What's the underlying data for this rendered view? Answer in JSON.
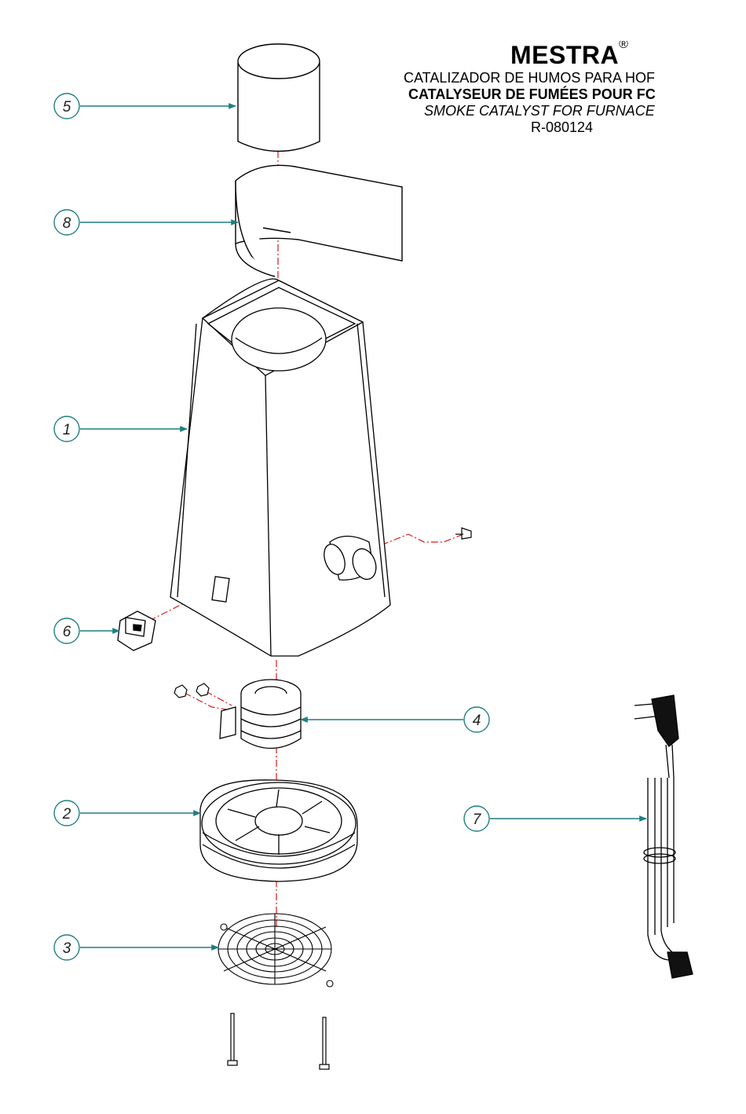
{
  "header": {
    "brand": "MESTRA",
    "registered_mark": "®",
    "title_es": "CATALIZADOR DE HUMOS PARA HOF",
    "title_fr": "CATALYSEUR DE FUMÉES POUR FC",
    "title_en": "SMOKE CATALYST FOR FURNACE",
    "reference": "R-080124"
  },
  "callouts": [
    {
      "number": "5",
      "part": "cap"
    },
    {
      "number": "8",
      "part": "sleeve"
    },
    {
      "number": "1",
      "part": "body"
    },
    {
      "number": "6",
      "part": "switch"
    },
    {
      "number": "4",
      "part": "heating-coil"
    },
    {
      "number": "2",
      "part": "fan"
    },
    {
      "number": "3",
      "part": "fan-grill"
    },
    {
      "number": "7",
      "part": "power-cord"
    }
  ],
  "colors": {
    "leader": "#1f7f80",
    "axis": "#e01818",
    "line": "#000000"
  }
}
